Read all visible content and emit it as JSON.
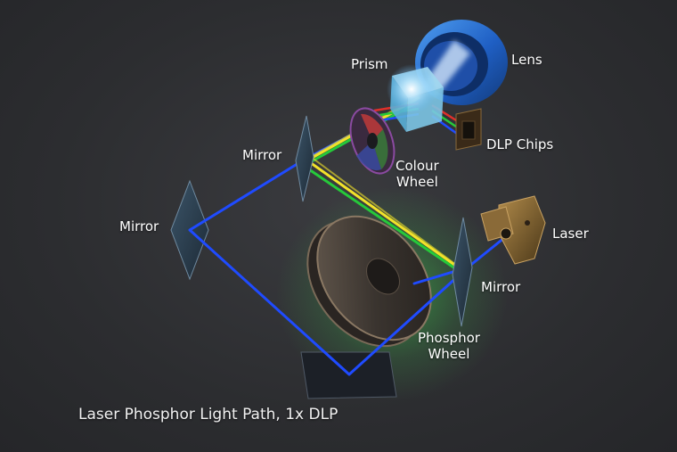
{
  "caption": "Laser Phosphor Light Path, 1x DLP",
  "labels": {
    "prism": "Prism",
    "lens": "Lens",
    "dlp_chips": "DLP Chips",
    "mirror_upper": "Mirror",
    "colour_wheel_line1": "Colour",
    "colour_wheel_line2": "Wheel",
    "mirror_left": "Mirror",
    "laser": "Laser",
    "mirror_right": "Mirror",
    "phosphor_wheel_line1": "Phosphor",
    "phosphor_wheel_line2": "Wheel"
  },
  "colors": {
    "background": "#2d2e31",
    "beam_blue": "#1f4bff",
    "beam_yellow": "#f2e22a",
    "beam_green": "#26c93a",
    "beam_red": "#e0302a",
    "lens_blue": "#1f6fd6",
    "phosphor_glow": "#3bd14a",
    "text": "#ffffff"
  }
}
